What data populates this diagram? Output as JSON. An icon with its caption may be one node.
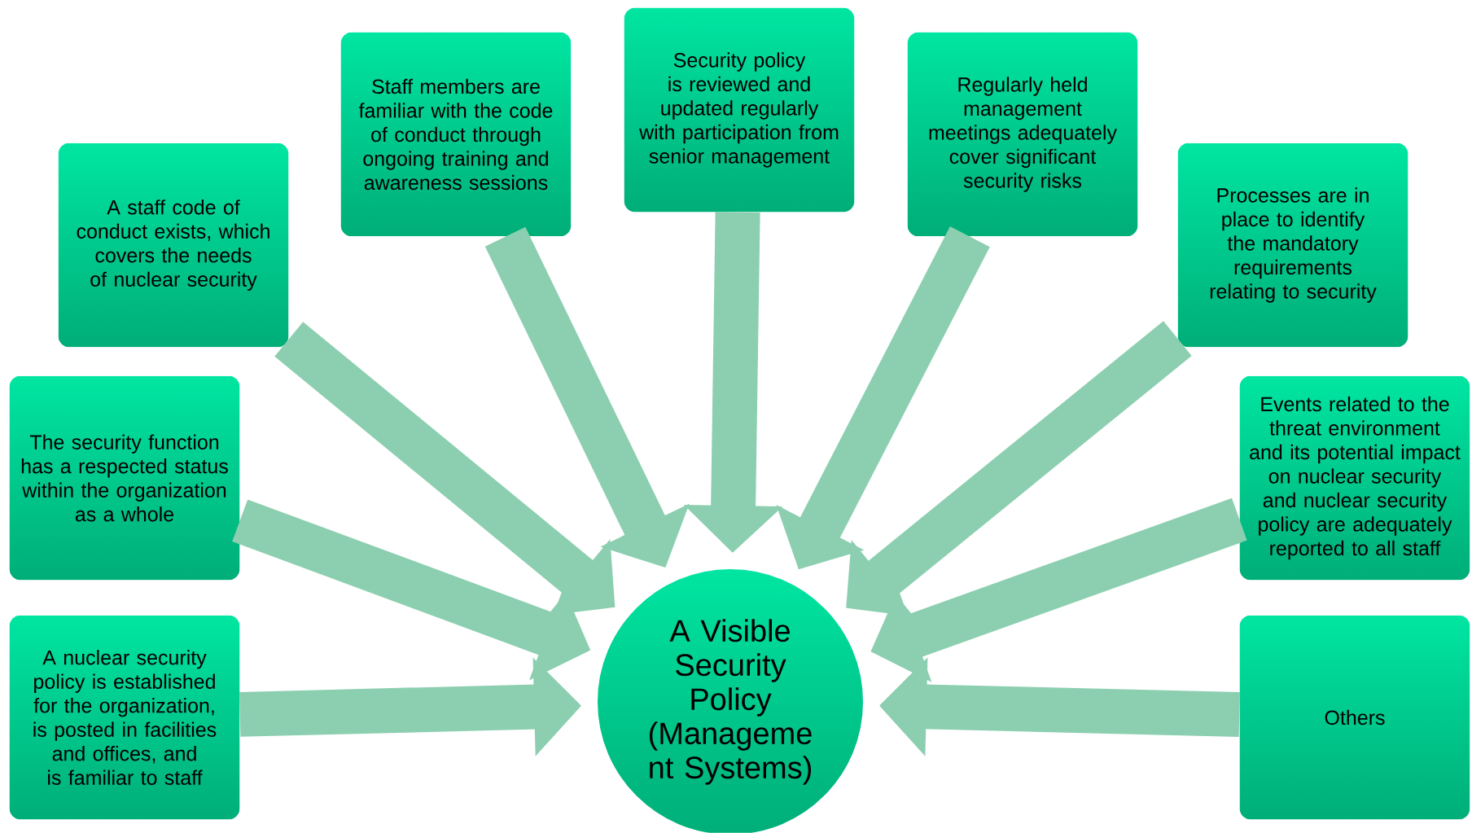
{
  "diagram": {
    "nodes": [
      {
        "text": [
          "Security policy is reviewed and updated regularly with participation from senior management"
        ]
      },
      {
        "text": [
          "Staff members are familiar with the code of conduct through ongoing training and awareness sessions"
        ]
      },
      {
        "text": [
          "Regularly held management meetings adequately cover significant security risks"
        ]
      },
      {
        "text": [
          "A staff code of conduct exists, which covers the needs of nuclear security"
        ]
      },
      {
        "text": [
          "Processes are in place to identify the mandatory requirements relating to security"
        ]
      },
      {
        "text": [
          "The security function has a respected status within the organization as a whole"
        ]
      },
      {
        "text": [
          "Events related to the threat environment and its potential impact on nuclear security and nuclear security policy are adequately reported to all staff"
        ]
      },
      {
        "text": [
          "A nuclear security policy is established for the organization, is posted in facilities and offices, and is familiar to staff"
        ]
      },
      {
        "text": [
          "A Visible Security Policy (Manageme nt Systems)"
        ]
      },
      {
        "text": [
          "Others"
        ]
      }
    ],
    "edges": [
      {
        "from": 0,
        "to": 8,
        "arrow": "to"
      },
      {
        "from": 1,
        "to": 8,
        "arrow": "to"
      },
      {
        "from": 2,
        "to": 8,
        "arrow": "to"
      },
      {
        "from": 3,
        "to": 8,
        "arrow": "to"
      },
      {
        "from": 4,
        "to": 8,
        "arrow": "to"
      },
      {
        "from": 5,
        "to": 8,
        "arrow": "to"
      },
      {
        "from": 6,
        "to": 8,
        "arrow": "to"
      },
      {
        "from": 7,
        "to": 8,
        "arrow": "to"
      },
      {
        "from": 9,
        "to": 8,
        "arrow": "to"
      }
    ]
  }
}
